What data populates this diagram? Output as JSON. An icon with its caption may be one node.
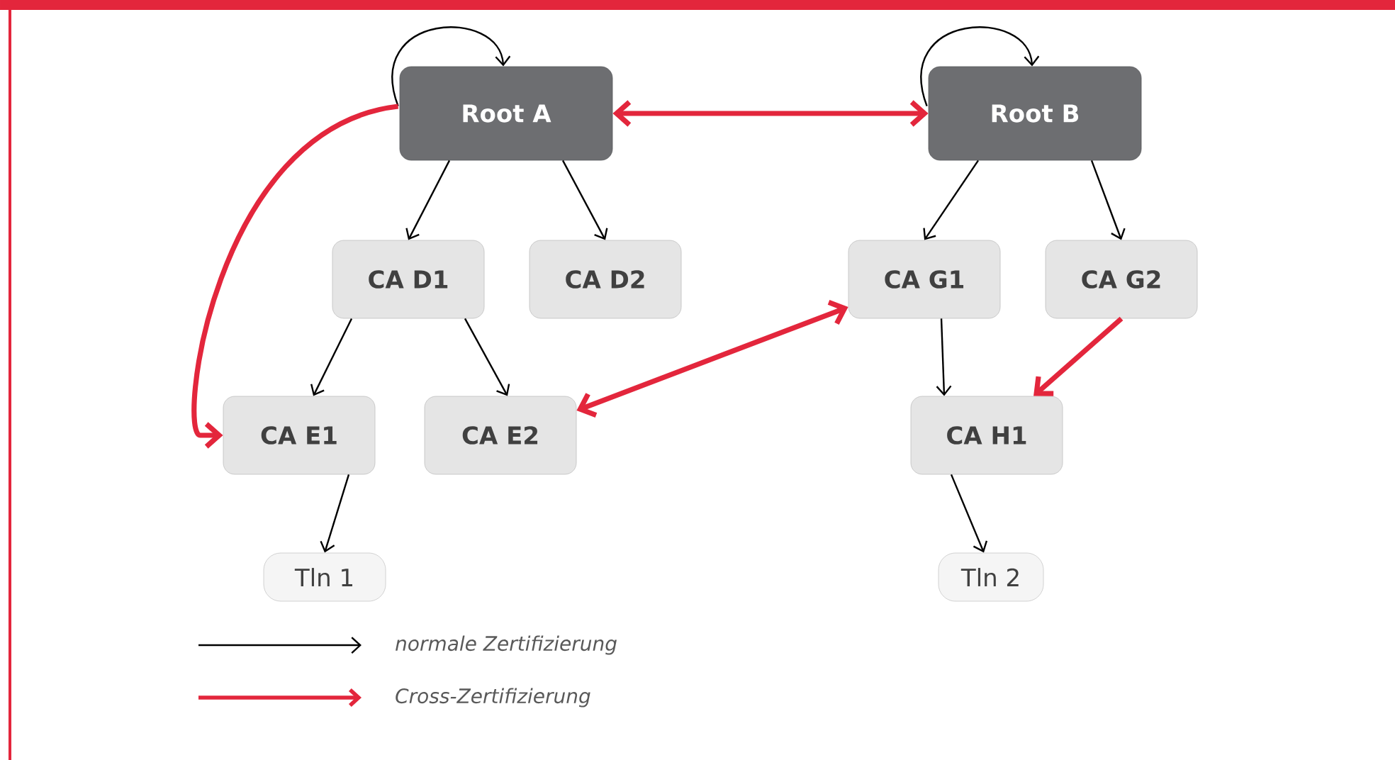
{
  "diagram": {
    "nodes": [
      {
        "text": [
          "Root A"
        ]
      },
      {
        "text": [
          "Root B"
        ]
      },
      {
        "text": [
          "CA D1"
        ]
      },
      {
        "text": [
          "CA D2"
        ]
      },
      {
        "text": [
          "CA G1"
        ]
      },
      {
        "text": [
          "CA G2"
        ]
      },
      {
        "text": [
          "CA E1"
        ]
      },
      {
        "text": [
          "CA E2"
        ]
      },
      {
        "text": [
          "CA H1"
        ]
      },
      {
        "text": [
          "Tln 1"
        ]
      },
      {
        "text": [
          "Tln 2"
        ]
      }
    ],
    "edges": [
      {
        "from": 0,
        "to": 0,
        "arrow": "to"
      },
      {
        "from": 1,
        "to": 1,
        "arrow": "to"
      },
      {
        "from": 0,
        "to": 1,
        "arrow": "both",
        "style": "thick",
        "color": "#e3263c"
      },
      {
        "from": 0,
        "to": 6,
        "arrow": "to",
        "style": "thick",
        "color": "#e3263c"
      },
      {
        "from": 0,
        "to": 2,
        "arrow": "to"
      },
      {
        "from": 0,
        "to": 3,
        "arrow": "to"
      },
      {
        "from": 1,
        "to": 4,
        "arrow": "to"
      },
      {
        "from": 1,
        "to": 5,
        "arrow": "to"
      },
      {
        "from": 2,
        "to": 6,
        "arrow": "to"
      },
      {
        "from": 2,
        "to": 7,
        "arrow": "to"
      },
      {
        "from": 7,
        "to": 4,
        "arrow": "both",
        "style": "thick",
        "color": "#e3263c"
      },
      {
        "from": 4,
        "to": 8,
        "arrow": "to"
      },
      {
        "from": 5,
        "to": 8,
        "arrow": "to",
        "style": "thick",
        "color": "#e3263c"
      },
      {
        "from": 6,
        "to": 9,
        "arrow": "to"
      },
      {
        "from": 8,
        "to": 10,
        "arrow": "to"
      }
    ],
    "legend": [
      {
        "text": "normale Zertifizierung"
      },
      {
        "text": "Cross-Zertifizierung"
      }
    ]
  }
}
